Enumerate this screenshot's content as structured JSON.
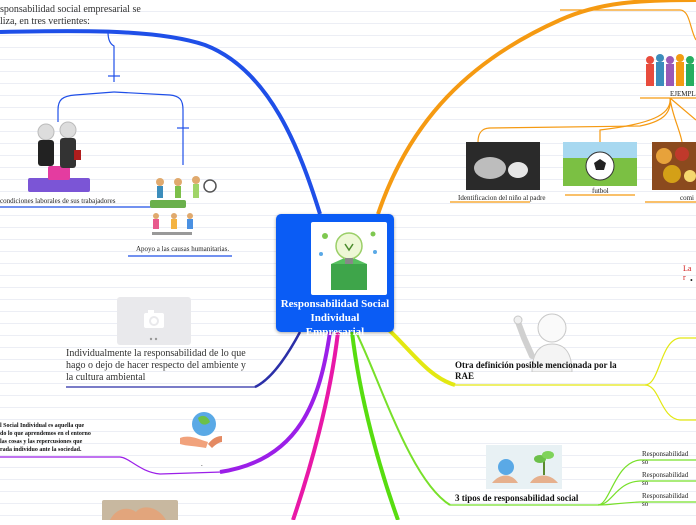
{
  "center": {
    "title": "Responsabilidad Social Individual Empresarial"
  },
  "nodes": {
    "top_left_text": "sponsabilidad social empresarial se\nliza, en tres vertientes:",
    "workers": "condiciones laborales de sus trabajadores",
    "humanitarian": "Apoyo a las causas humanitarias.",
    "individual": "Individualmente la responsabilidad  de lo que hago  o dejo de hacer respecto del ambiente y la cultura ambiental",
    "social_individual": "l Social  Individual es aquella que\ndo lo que aprendemos en el entorno\n las cosas y las repercusiones que\nrada individuo ante la sociedad.",
    "ejemplos": "EJEMPL",
    "identificacion": "Identificacion del niño al padre",
    "futbol": "futbol",
    "comida": "comi",
    "otra_definicion": "Otra definición posible mencionada por la RAE",
    "la_fragment": "La r",
    "tres_tipos": "3 tipos de responsabilidad social",
    "resp1": "Responsabilidad so",
    "resp2": "Responsabilidad so",
    "resp3": "Responsabilidad so",
    "dot": "."
  },
  "colors": {
    "blue": "#1f4fe8",
    "orange": "#f59a12",
    "yellow": "#e3e812",
    "green": "#57dd10",
    "purple": "#9b1fe8",
    "magenta": "#e818a7",
    "center_bg": "#0a5cf5",
    "red_text": "#d11a1a"
  },
  "icons": [
    "camera-icon",
    "gear-icon",
    "lightbulb-icon",
    "person-thinking-icon"
  ]
}
